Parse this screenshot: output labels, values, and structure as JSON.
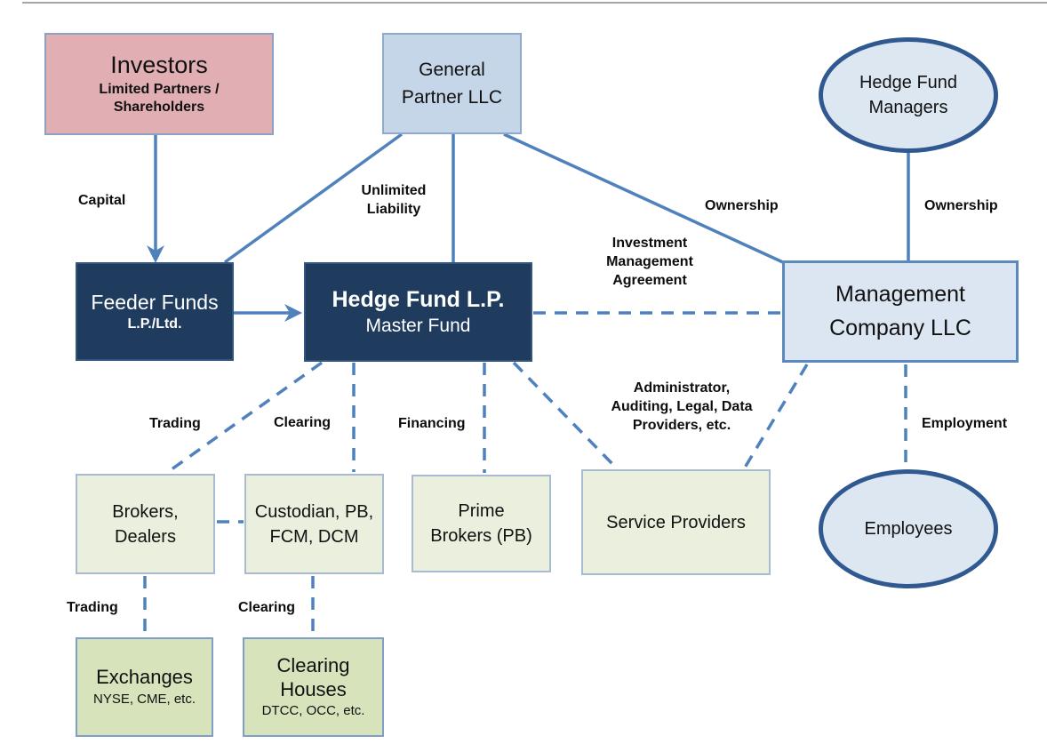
{
  "diagram": {
    "kind": "hedge-fund-structure-diagram",
    "colors": {
      "connector_blue": "#4f81bd",
      "navy_fill": "#1f3b5e",
      "pink_fill": "#e0aeb3",
      "light_blue_fill": "#c6d6e9",
      "pale_blue_fill": "#dce6f2",
      "ellipse_fill": "#dde7f2",
      "ellipse_border": "#2f5990",
      "green_fill": "#ebf0de",
      "dark_green_fill": "#d7e3ba",
      "top_rule_gray": "#a6a6a6"
    },
    "nodes": {
      "investors": {
        "title": "Investors",
        "subtitle": "Limited Partners / Shareholders"
      },
      "general_partner": {
        "title": "General Partner LLC"
      },
      "hedge_fund_managers": {
        "title": "Hedge Fund Managers"
      },
      "feeder_funds": {
        "title": "Feeder Funds",
        "subtitle": "L.P./Ltd."
      },
      "hedge_fund": {
        "title": "Hedge Fund L.P.",
        "subtitle": "Master Fund"
      },
      "management_company": {
        "title": "Management Company LLC"
      },
      "brokers_dealers": {
        "title": "Brokers, Dealers"
      },
      "custodian": {
        "title": "Custodian, PB, FCM, DCM"
      },
      "prime_brokers": {
        "title": "Prime Brokers (PB)"
      },
      "service_providers": {
        "title": "Service Providers"
      },
      "employees": {
        "title": "Employees"
      },
      "exchanges": {
        "title": "Exchanges",
        "subtitle": "NYSE, CME, etc."
      },
      "clearing_houses": {
        "title": "Clearing Houses",
        "subtitle": "DTCC, OCC, etc."
      }
    },
    "edge_labels": {
      "capital": "Capital",
      "unlimited_liability": "Unlimited Liability",
      "ownership_left": "Ownership",
      "ownership_right": "Ownership",
      "investment_management_agreement": "Investment Management Agreement",
      "administrator_services": "Administrator, Auditing, Legal, Data Providers, etc.",
      "employment": "Employment",
      "trading_upper": "Trading",
      "clearing_upper": "Clearing",
      "financing": "Financing",
      "trading_lower": "Trading",
      "clearing_lower": "Clearing"
    }
  }
}
